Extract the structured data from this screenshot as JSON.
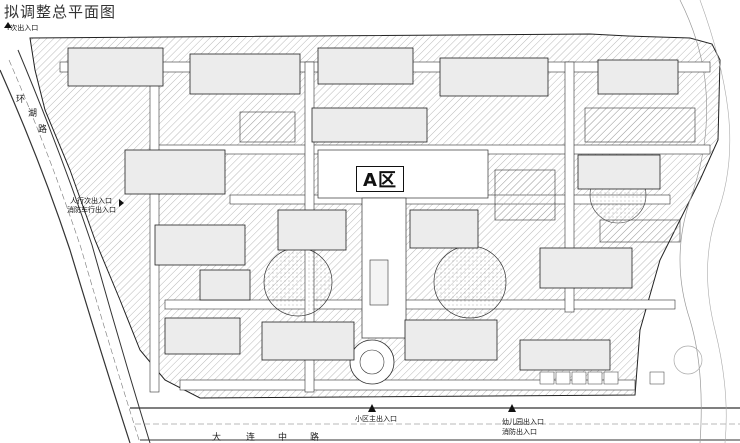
{
  "title": "拟调整总平面图",
  "zone_label": "A区",
  "entrances": {
    "nw": "Y次出入口",
    "west_pedestrian": "人行次出入口",
    "west_fire": "消防车行出入口",
    "south_main": "小区主出入口",
    "south_kinder": "幼儿园出入口",
    "south_kinder_fire": "消防出入口"
  },
  "roads": {
    "west_a": "环",
    "west_b": "湖",
    "west_c": "路",
    "south_a": "大",
    "south_b": "连",
    "south_c": "中",
    "south_d": "路"
  },
  "colors": {
    "line": "#222222",
    "hatch": "#9a9a9a",
    "fill": "#e4e4e4",
    "court": "#efefef"
  }
}
